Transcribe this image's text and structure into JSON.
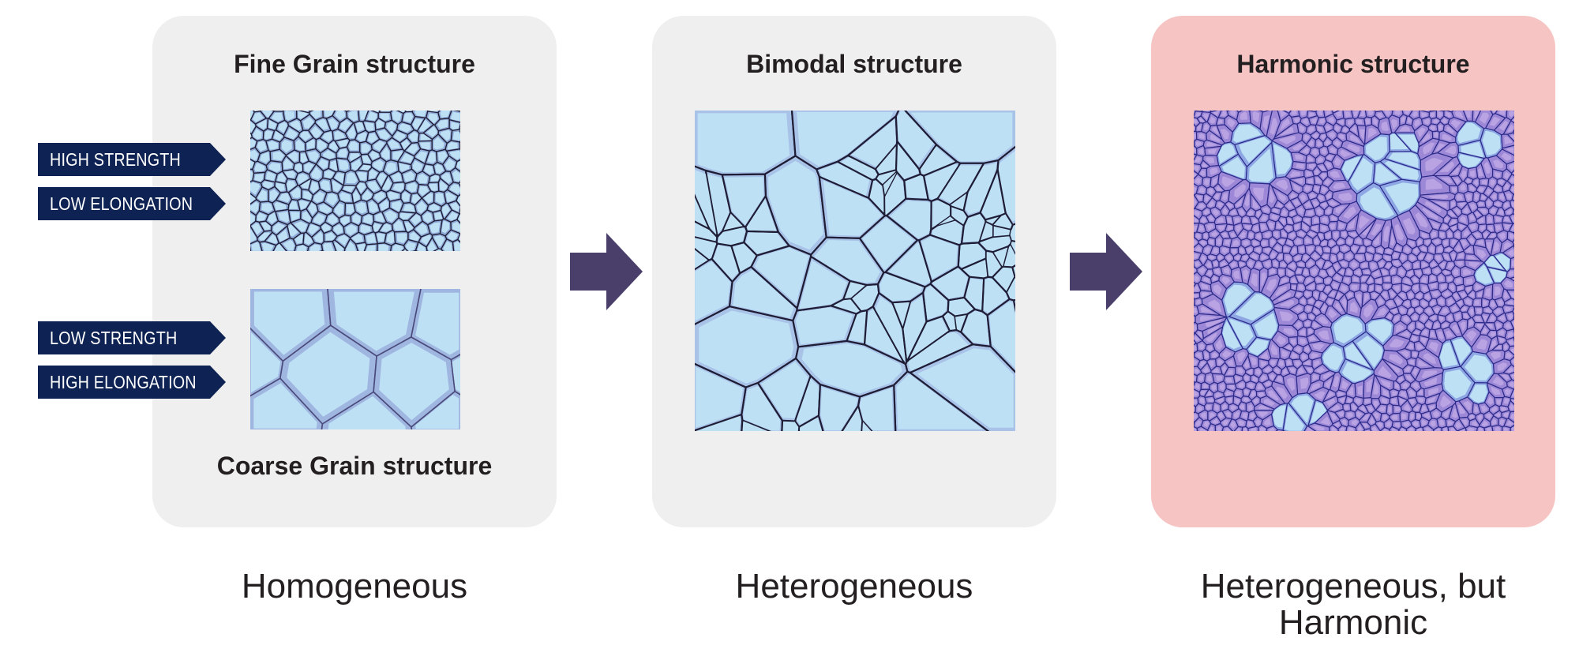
{
  "colors": {
    "panel_gray": "#efefef",
    "panel_pink": "#f7c4c4",
    "tag_fill": "#0e2354",
    "arrow_fill": "#4a3f6b",
    "grain_fill": "#bde0f5",
    "grain_edge": "#6a72b8",
    "grain_boundary": "#1f1d35"
  },
  "panels": {
    "fine_coarse": {
      "top_title": "Fine Grain structure",
      "bottom_title": "Coarse Grain structure"
    },
    "bimodal": {
      "title": "Bimodal structure"
    },
    "harmonic": {
      "title": "Harmonic structure"
    }
  },
  "tags": {
    "fine": [
      "HIGH STRENGTH",
      "LOW ELONGATION"
    ],
    "coarse": [
      "LOW STRENGTH",
      "HIGH ELONGATION"
    ]
  },
  "captions": {
    "homogeneous": "Homogeneous",
    "heterogeneous": "Heterogeneous",
    "harmonic": "Heterogeneous, but Harmonic"
  },
  "icons": {
    "tag_shape": "chevron-tag-icon",
    "flow_arrow": "right-arrow-icon",
    "micrographs": "grain-microstructure-illustration"
  }
}
